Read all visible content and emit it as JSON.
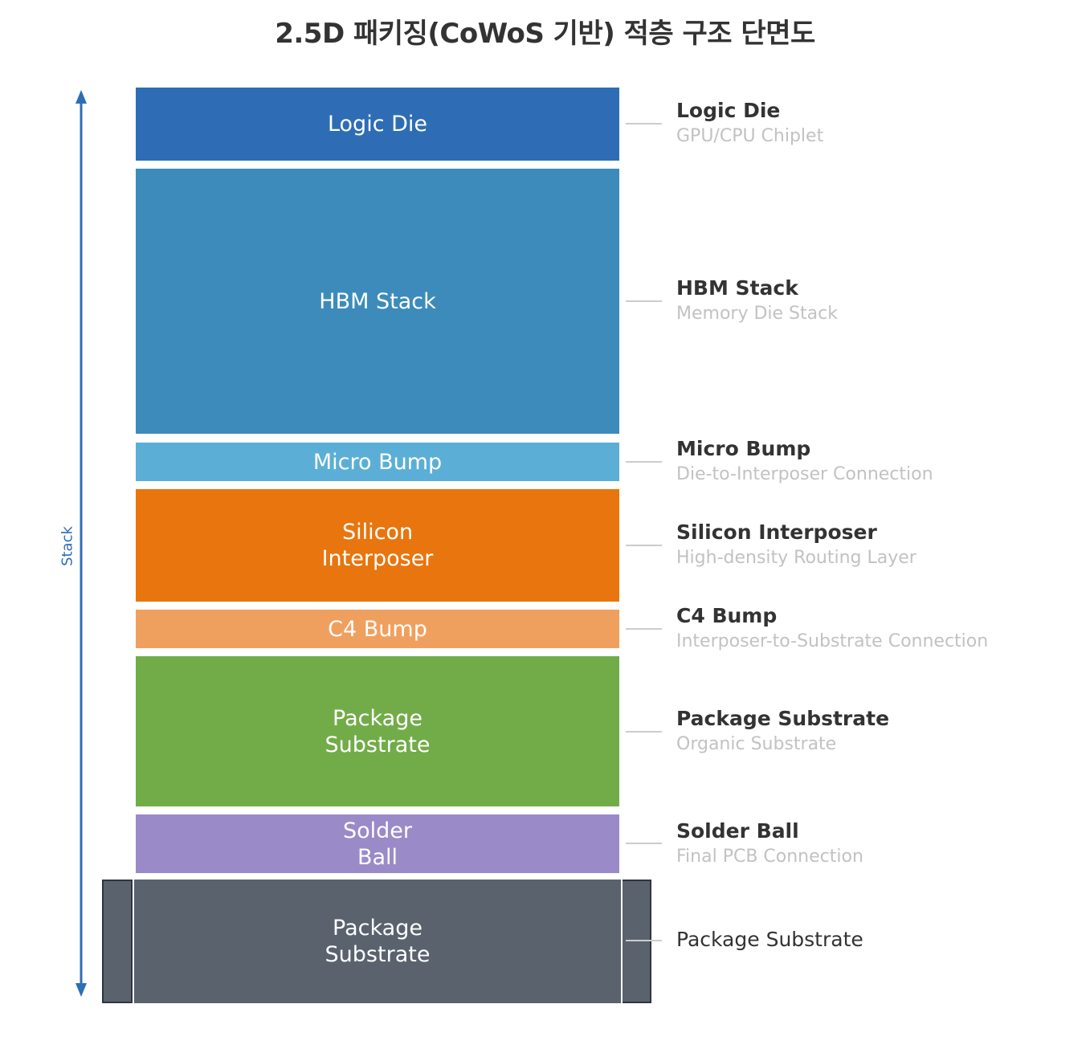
{
  "title": "2.5D 패키징(CoWoS 기반) 적층 구조 단면도",
  "axis_label": "Stack",
  "colors": {
    "axis": "#2f6db5",
    "logic_die": "#2e6db5",
    "hbm_stack": "#3c8bbb",
    "micro_bump": "#5bafd6",
    "silicon_interposer": "#e8750e",
    "c4_bump": "#f0a05e",
    "package_substrate": "#72ac49",
    "solder_ball": "#9b8ac8",
    "base_substrate": "#59626d"
  },
  "layers": [
    {
      "label": "Logic Die",
      "name": "Logic Die",
      "desc": "GPU/CPU Chiplet"
    },
    {
      "label": "HBM Stack",
      "name": "HBM Stack",
      "desc": "Memory Die Stack"
    },
    {
      "label": "Micro Bump",
      "name": "Micro Bump",
      "desc": "Die-to-Interposer Connection"
    },
    {
      "label": "Silicon\nInterposer",
      "name": "Silicon Interposer",
      "desc": "High-density Routing Layer"
    },
    {
      "label": "C4 Bump",
      "name": "C4 Bump",
      "desc": "Interposer-to-Substrate Connection"
    },
    {
      "label": "Package\nSubstrate",
      "name": "Package Substrate",
      "desc": "Organic Substrate"
    },
    {
      "label": "Solder\nBall",
      "name": "Solder Ball",
      "desc": "Final PCB Connection"
    },
    {
      "label": "Package\nSubstrate",
      "name": "Package Substrate"
    }
  ]
}
